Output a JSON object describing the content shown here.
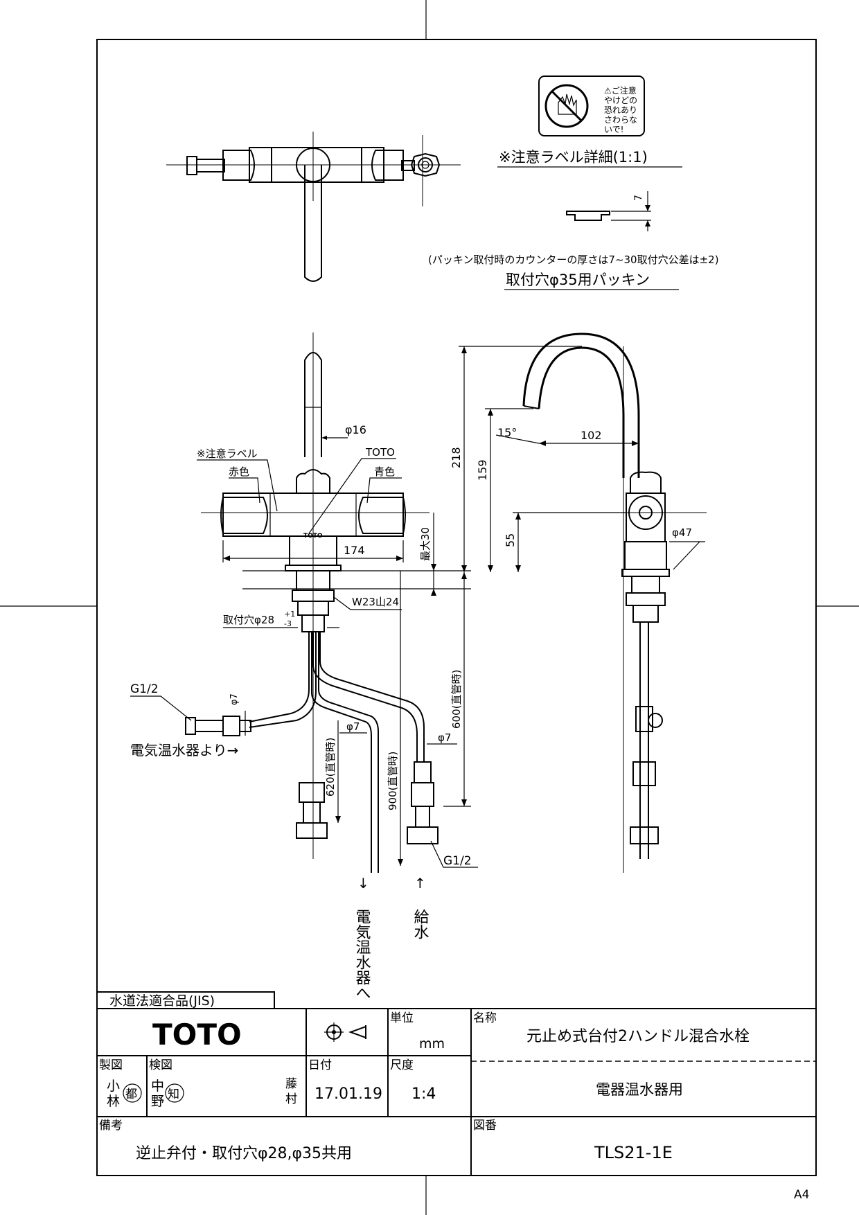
{
  "caution_label": {
    "sticker_lines": [
      "⚠ご注意",
      "やけどの",
      "恐れあり",
      "さわらな",
      "いで!"
    ],
    "caption": "※注意ラベル詳細(1:1)"
  },
  "packing": {
    "dim_thickness": "7",
    "note": "(パッキン取付時のカウンターの厚さは7~30取付穴公差は±2)",
    "caption": "取付穴φ35用パッキン"
  },
  "front_view": {
    "label_caution": "※注意ラベル",
    "label_red": "赤色",
    "label_toto": "TOTO",
    "label_blue": "青色",
    "body_brand": "TOTO",
    "dim_phi16": "φ16",
    "dim_174": "174",
    "dim_max30": "最大30",
    "dim_w23": "W23山24",
    "dim_hole": "取付穴φ28",
    "dim_hole_tol_plus": "+1",
    "dim_hole_tol_minus": "-3",
    "label_g12_left": "G1/2",
    "dim_phi7_a": "φ7",
    "label_from_heater": "電気温水器より→",
    "dim_phi7_b": "φ7",
    "dim_phi7_c": "φ7",
    "dim_620": "620(直管時)",
    "dim_900": "900(直管時)",
    "label_g12_right": "G1/2",
    "arrow_down": "↓",
    "label_to_heater": "電気温水器へ",
    "arrow_up": "↑",
    "label_supply": "給水"
  },
  "side_view": {
    "dim_218": "218",
    "dim_159": "159",
    "dim_15deg": "15°",
    "dim_102": "102",
    "dim_55": "55",
    "dim_phi47": "φ47",
    "dim_600": "600(直管時)"
  },
  "title_block": {
    "compliance": "水道法適合品(JIS)",
    "logo": "TOTO",
    "unit_header": "単位",
    "unit_value": "mm",
    "name_header": "名称",
    "name_value": "元止め式台付2ハンドル混合水栓",
    "name_sub": "電器温水器用",
    "drawn_header": "製図",
    "drawn_value_1": "小",
    "drawn_value_2": "林",
    "drawn_stamp": "都",
    "check_header": "検図",
    "check_value_1": "中",
    "check_value_2": "野",
    "check_stamp": "知",
    "check_value_3": "藤",
    "check_value_4": "村",
    "date_header": "日付",
    "date_value": "17.01.19",
    "scale_header": "尺度",
    "scale_value": "1:4",
    "notes_header": "備考",
    "notes_value": "逆止弁付・取付穴φ28,φ35共用",
    "drawing_no_header": "図番",
    "drawing_no_value": "TLS21-1E"
  },
  "paper_size": "A4"
}
